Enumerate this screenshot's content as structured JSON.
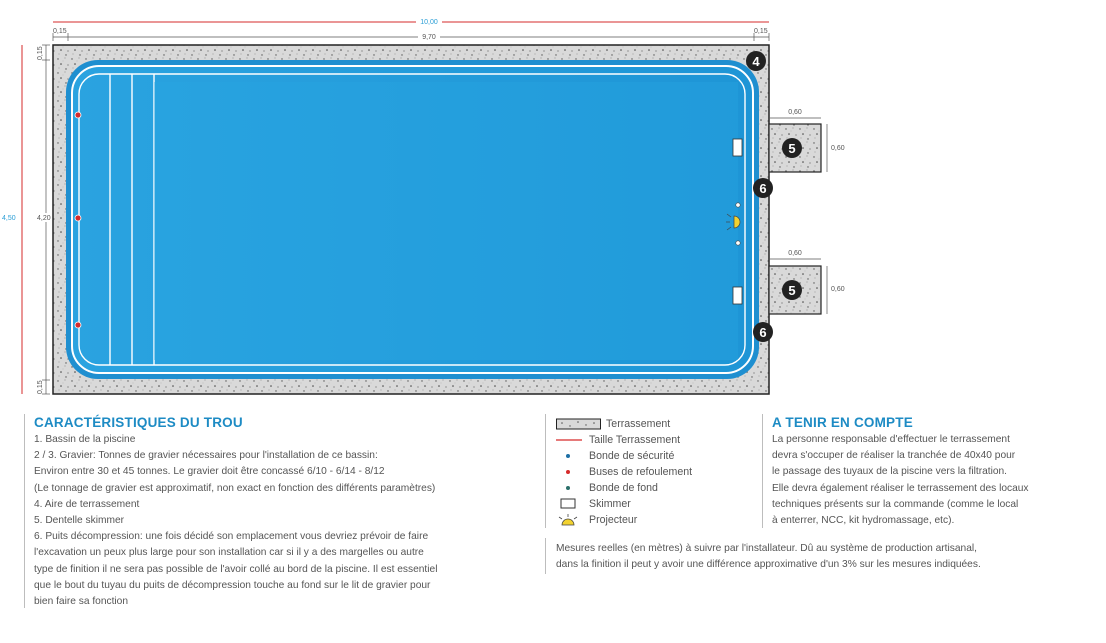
{
  "plan": {
    "dims": {
      "total_width": "10,00",
      "inner_width": "9,70",
      "margin_left": "0,15",
      "margin_right": "0,15",
      "total_height": "4,50",
      "inner_height": "4,20",
      "margin_top": "0,15",
      "margin_bottom": "0,15",
      "box_top_width": "0,60",
      "box_top_height": "0,60",
      "box_bottom_width": "0,60",
      "box_bottom_height": "0,60"
    },
    "labels": {
      "corner": "4",
      "box_top": "5",
      "box_bottom": "5",
      "mid_top": "6",
      "mid_bottom": "6"
    },
    "colors": {
      "water": "#29a3e0",
      "water_rim": "#1f8fd0",
      "gravel": "#d9d9d9",
      "red_line": "#d62b2b",
      "accent": "#1d8bc4"
    }
  },
  "characteristics": {
    "title": "CARACTÉRISTIQUES DU TROU",
    "lines": [
      "1. Bassin de la piscine",
      "2 / 3. Gravier: Tonnes de gravier nécessaires pour l'installation de ce bassin:",
      "Environ entre 30 et 45 tonnes. Le gravier doit être concassé 6/10 - 6/14 - 8/12",
      "(Le tonnage de gravier est approximatif, non exact en fonction des différents paramètres)",
      "4. Aire de terrassement",
      "5. Dentelle skimmer",
      "6. Puits décompression: une fois décidé son emplacement vous devriez prévoir de faire",
      "l'excavation un peux plus large pour son installation car si il y a des margelles ou autre",
      "type de finition il ne sera pas possible de l'avoir collé au bord de la piscine. Il est essentiel",
      "que le bout du tuyau du puits de décompression touche au fond sur le lit de gravier pour",
      "bien faire sa fonction"
    ]
  },
  "legend": {
    "items": [
      {
        "label": "Terrassement",
        "icon": "gravel-swatch"
      },
      {
        "label": "Taille Terrassement",
        "icon": "red-line"
      },
      {
        "label": "Bonde de sécurité",
        "icon": "blue-dot"
      },
      {
        "label": "Buses de refoulement",
        "icon": "red-dot"
      },
      {
        "label": "Bonde de fond",
        "icon": "teal-dot"
      },
      {
        "label": "Skimmer",
        "icon": "skimmer-rect"
      },
      {
        "label": "Projecteur",
        "icon": "projector-lamp"
      }
    ]
  },
  "note": {
    "lines": [
      "Mesures reelles (en mètres) à suivre par l'installateur. Dû au système de production artisanal,",
      "dans la finition il peut y avoir une différence approximative d'un 3% sur les mesures indiquées."
    ]
  },
  "attention": {
    "title": "A TENIR EN COMPTE",
    "lines": [
      "La personne responsable d'effectuer le terrassement",
      "devra s'occuper de réaliser la tranchée de 40x40 pour",
      "le passage des tuyaux de la piscine vers la filtration.",
      "Elle devra également réaliser le terrassement des locaux",
      "techniques présents sur la commande (comme le local",
      "à enterrer, NCC, kit hydromassage, etc)."
    ]
  }
}
